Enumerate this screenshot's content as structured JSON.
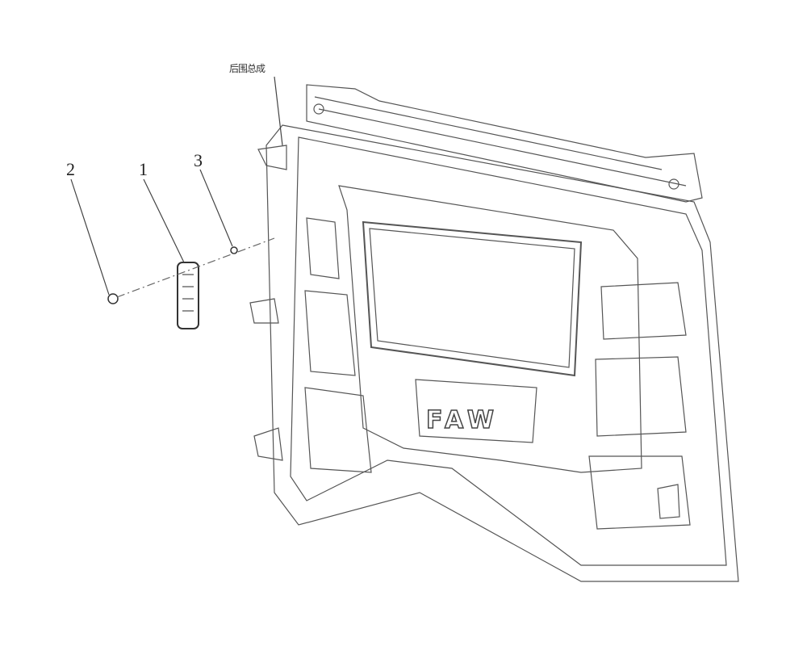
{
  "diagram": {
    "assembly_label": "后围总成",
    "callouts": [
      "1",
      "2",
      "3"
    ],
    "logo_text": "FAW"
  }
}
